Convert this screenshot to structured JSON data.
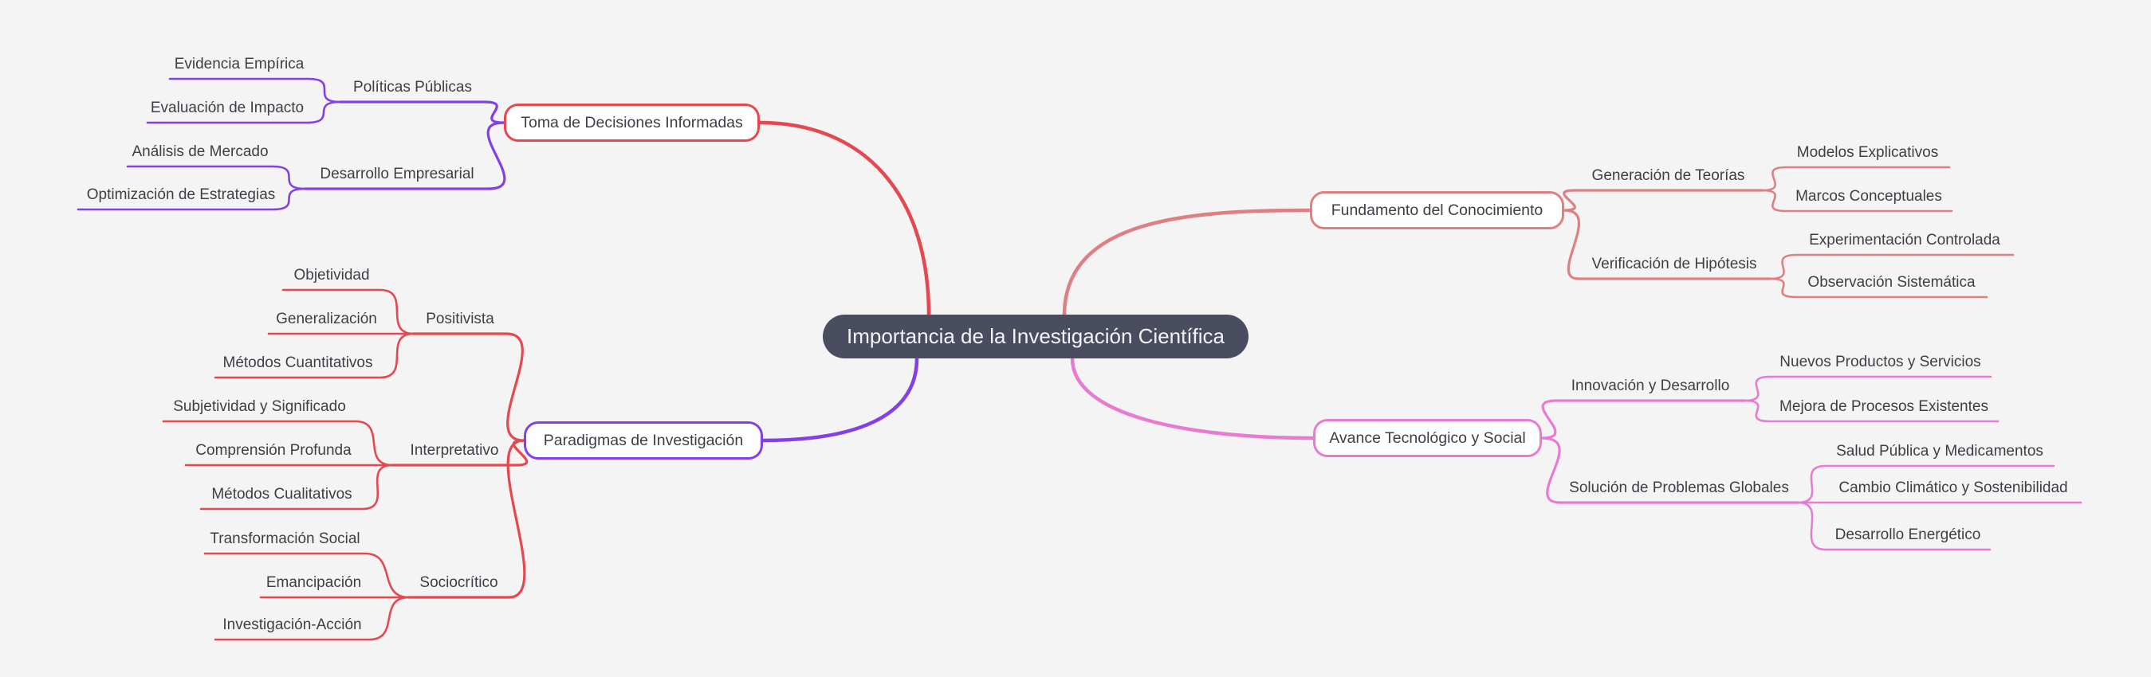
{
  "colors": {
    "background": "#f5f4f5",
    "red": "#e5484e",
    "purple": "#8340e8",
    "salmon": "#de7f82",
    "pink": "#e87ad2",
    "node_fill": "#4a4c60",
    "box_fill": "#ffffff",
    "text": "#3d3f45",
    "root_text": "#f2f2f5"
  },
  "mindmap": {
    "root": {
      "label": "Importancia de la Investigación Científica"
    },
    "branches": [
      {
        "label": "Toma de Decisiones Informadas",
        "box_color": "#e5484e",
        "line_color": "#8340e8",
        "children": [
          {
            "label": "Políticas Públicas",
            "children": [
              {
                "label": "Evidencia Empírica"
              },
              {
                "label": "Evaluación de Impacto"
              }
            ]
          },
          {
            "label": "Desarrollo Empresarial",
            "children": [
              {
                "label": "Análisis de Mercado"
              },
              {
                "label": "Optimización de Estrategias"
              }
            ]
          }
        ]
      },
      {
        "label": "Paradigmas de Investigación",
        "box_color": "#8340e8",
        "line_color": "#e5484e",
        "children": [
          {
            "label": "Positivista",
            "children": [
              {
                "label": "Objetividad"
              },
              {
                "label": "Generalización"
              },
              {
                "label": "Métodos Cuantitativos"
              }
            ]
          },
          {
            "label": "Interpretativo",
            "children": [
              {
                "label": "Subjetividad y Significado"
              },
              {
                "label": "Comprensión Profunda"
              },
              {
                "label": "Métodos Cualitativos"
              }
            ]
          },
          {
            "label": "Sociocrítico",
            "children": [
              {
                "label": "Transformación Social"
              },
              {
                "label": "Emancipación"
              },
              {
                "label": "Investigación-Acción"
              }
            ]
          }
        ]
      },
      {
        "label": "Fundamento del Conocimiento",
        "box_color": "#de7f82",
        "line_color": "#de7f82",
        "children": [
          {
            "label": "Generación de Teorías",
            "children": [
              {
                "label": "Modelos Explicativos"
              },
              {
                "label": "Marcos Conceptuales"
              }
            ]
          },
          {
            "label": "Verificación de Hipótesis",
            "children": [
              {
                "label": "Experimentación Controlada"
              },
              {
                "label": "Observación Sistemática"
              }
            ]
          }
        ]
      },
      {
        "label": "Avance Tecnológico y Social",
        "box_color": "#e87ad2",
        "line_color": "#e87ad2",
        "children": [
          {
            "label": "Innovación y Desarrollo",
            "children": [
              {
                "label": "Nuevos Productos y Servicios"
              },
              {
                "label": "Mejora de Procesos Existentes"
              }
            ]
          },
          {
            "label": "Solución de Problemas Globales",
            "children": [
              {
                "label": "Salud Pública y Medicamentos"
              },
              {
                "label": "Cambio Climático y Sostenibilidad"
              },
              {
                "label": "Desarrollo Energético"
              }
            ]
          }
        ]
      }
    ]
  }
}
